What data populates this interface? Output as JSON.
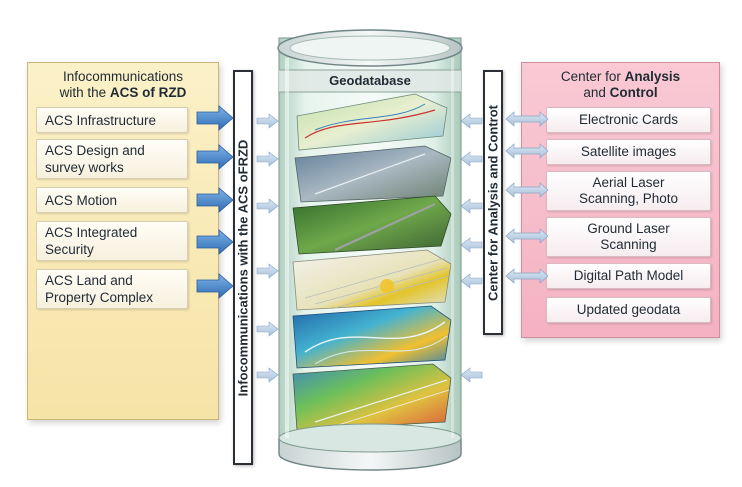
{
  "left_panel": {
    "title_line1": "Infocommunications",
    "title_line2_prefix": "with the ",
    "title_line2_bold": "ACS of RZD",
    "items": [
      {
        "line1": "ACS Infrastructure",
        "line2": ""
      },
      {
        "line1": "ACS Design and",
        "line2": "survey works"
      },
      {
        "line1": "ACS Motion",
        "line2": ""
      },
      {
        "line1": "ACS Integrated",
        "line2": "Security"
      },
      {
        "line1": "ACS Land and",
        "line2": "Property Complex"
      }
    ]
  },
  "left_bar_label": "Infocommunications with the ACS oFRZD",
  "cylinder_label": "Geodatabase",
  "right_bar_label": "Center for Analysis and Controt",
  "right_panel": {
    "title_line1_prefix": "Center for ",
    "title_line1_bold": "Analysis",
    "title_line2_prefix": "and ",
    "title_line2_bold": "Control",
    "items": [
      {
        "line1": "Electronic Cards",
        "line2": ""
      },
      {
        "line1": "Satellite images",
        "line2": ""
      },
      {
        "line1": "Aerial Laser",
        "line2": "Scanning, Photo"
      },
      {
        "line1": "Ground Laser",
        "line2": "Scanning"
      },
      {
        "line1": "Digital Path Model",
        "line2": ""
      },
      {
        "line1": "Updated geodata",
        "line2": ""
      }
    ]
  },
  "colors": {
    "left_panel": "#f6e3a6",
    "right_panel": "#f4b2c3",
    "arrow_blue": "#3f7fc4",
    "cylinder_glass": "#d9efe4"
  },
  "icons": {
    "left_arrows": "arrow-right-icon",
    "right_arrows": "double-arrow-icon"
  }
}
